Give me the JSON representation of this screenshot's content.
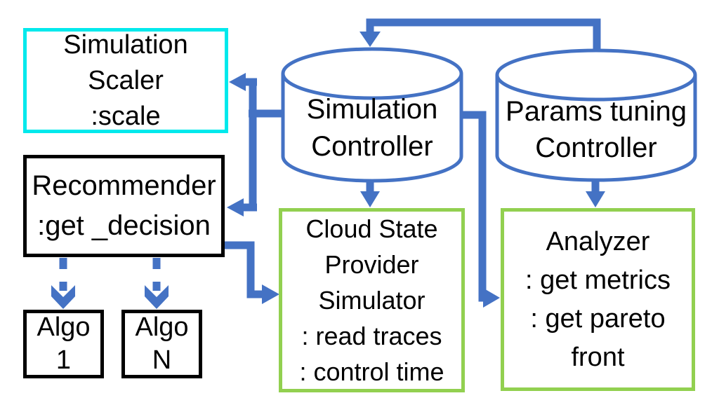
{
  "title": "Simulation framework architecture diagram",
  "colors": {
    "arrow_blue": "#4472C4",
    "scaler_border_cyan": "#00E9EC",
    "module_border_green": "#92D050",
    "box_border_black": "#000000",
    "background": "#FFFFFF",
    "text": "#000000"
  },
  "nodes": {
    "simulation_scaler": {
      "shape": "rectangle",
      "border": "cyan",
      "lines": [
        "Simulation",
        "Scaler",
        ":scale"
      ]
    },
    "recommender": {
      "shape": "rectangle",
      "border": "black",
      "lines": [
        "Recommender",
        ":get _decision"
      ]
    },
    "algo_1": {
      "shape": "rectangle",
      "border": "black",
      "lines": [
        "Algo",
        "1"
      ]
    },
    "algo_n": {
      "shape": "rectangle",
      "border": "black",
      "lines": [
        "Algo",
        "N"
      ]
    },
    "simulation_controller": {
      "shape": "cylinder",
      "border": "blue",
      "lines": [
        "Simulation",
        "Controller"
      ]
    },
    "params_tuning_controller": {
      "shape": "cylinder",
      "border": "blue",
      "lines": [
        "Params tuning",
        "Controller"
      ]
    },
    "cloud_state_provider_simulator": {
      "shape": "rectangle",
      "border": "green",
      "lines": [
        "Cloud State",
        "Provider",
        "Simulator",
        ": read traces",
        ": control time"
      ]
    },
    "analyzer": {
      "shape": "rectangle",
      "border": "green",
      "lines": [
        "Analyzer",
        ": get metrics",
        ": get pareto",
        "front"
      ]
    }
  },
  "edges": [
    {
      "from": "params_tuning_controller",
      "to": "simulation_controller",
      "style": "solid"
    },
    {
      "from": "simulation_controller",
      "to": "simulation_scaler",
      "style": "solid"
    },
    {
      "from": "simulation_controller",
      "to": "recommender",
      "style": "solid"
    },
    {
      "from": "simulation_controller",
      "to": "cloud_state_provider_simulator",
      "style": "solid"
    },
    {
      "from": "simulation_controller",
      "to": "analyzer",
      "style": "solid"
    },
    {
      "from": "params_tuning_controller",
      "to": "analyzer",
      "style": "solid"
    },
    {
      "from": "recommender",
      "to": "cloud_state_provider_simulator",
      "style": "solid"
    },
    {
      "from": "recommender",
      "to": "algo_1",
      "style": "dashed"
    },
    {
      "from": "recommender",
      "to": "algo_n",
      "style": "dashed"
    }
  ]
}
